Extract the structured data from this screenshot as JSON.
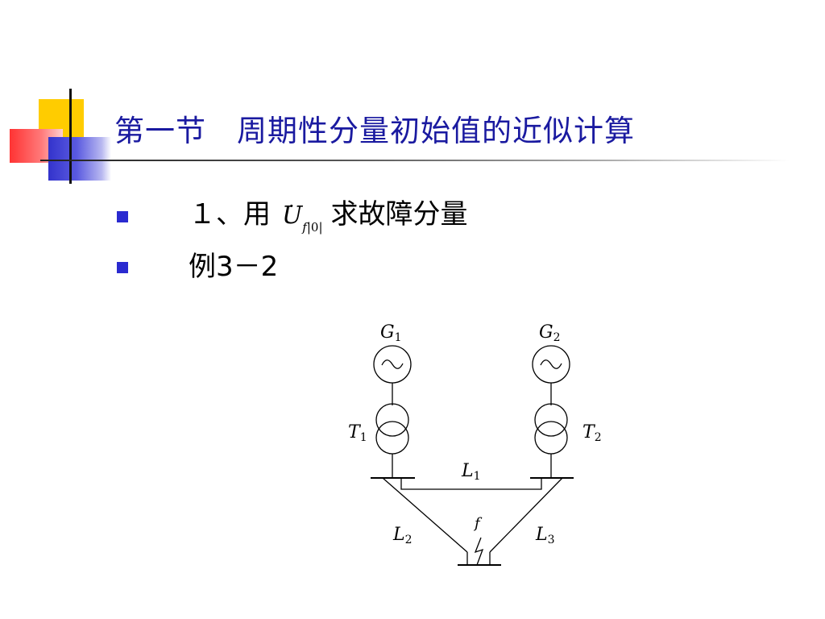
{
  "slide": {
    "title": "第一节　周期性分量初始值的近似计算",
    "bullets": [
      {
        "prefix": "１、用",
        "symbol": "U",
        "symbol_sub": "|0|",
        "symbol_sub_var": "f",
        "suffix": "求故障分量"
      },
      {
        "text": "例3－2"
      }
    ]
  },
  "diagram": {
    "labels": {
      "g1": "G",
      "g1_sub": "1",
      "g2": "G",
      "g2_sub": "2",
      "t1": "T",
      "t1_sub": "1",
      "t2": "T",
      "t2_sub": "2",
      "l1": "L",
      "l1_sub": "1",
      "l2": "L",
      "l2_sub": "2",
      "l3": "L",
      "l3_sub": "3",
      "fault": "f"
    }
  },
  "colors": {
    "title": "#1a1aa0",
    "bullet": "#2a2ad0",
    "accent_yellow": "#ffcc00",
    "accent_red": "#ff3333",
    "accent_blue": "#3333cc"
  }
}
